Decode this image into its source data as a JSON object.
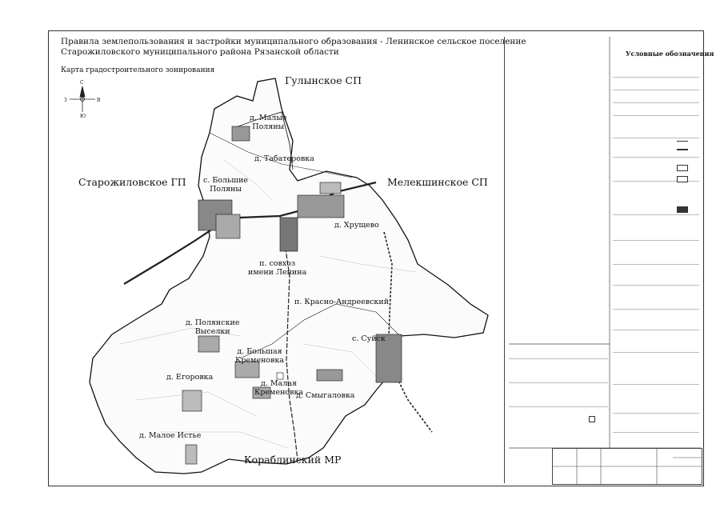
{
  "header": {
    "title_line1": "Правила землепользования и застройки муниципального образования - Ленинское сельское поселение",
    "title_line2": "Старожиловского муниципального района Рязанской области",
    "map_name": "Карта градостроительного зонирования"
  },
  "compass": {
    "north": "С",
    "south": "Ю",
    "east": "В",
    "west": "З"
  },
  "neighbors": {
    "north": "Гулынское СП",
    "east": "Мелекшинское СП",
    "west": "Старожиловское ГП",
    "south": "Кораблинский МР"
  },
  "settlements": {
    "malye_polyany_1": "д. Малые",
    "malye_polyany_2": "Поляны",
    "tabaterovka": "д. Табатеровка",
    "bolshie_polyany_1": "с. Большие",
    "bolshie_polyany_2": "Поляны",
    "khrushchevo": "д. Хрущево",
    "sovkhoz_1": "п. совхоз",
    "sovkhoz_2": "имени Ленина",
    "krasno_andreevsky": "п. Красно-Андреевский",
    "polyanskie_1": "д. Полянские",
    "polyanskie_2": "Выселки",
    "suysk": "с. Суйск",
    "bolshaya_krem_1": "д. Большая",
    "bolshaya_krem_2": "Кременовка",
    "egorovka": "д. Егоровка",
    "malaya_krem_1": "д. Малая",
    "malaya_krem_2": "Кременовка",
    "smygalovka": "д. Смыгаловка",
    "maloe_istye": "д. Малое Истье"
  },
  "legend": {
    "title": "Условные обозначения"
  }
}
